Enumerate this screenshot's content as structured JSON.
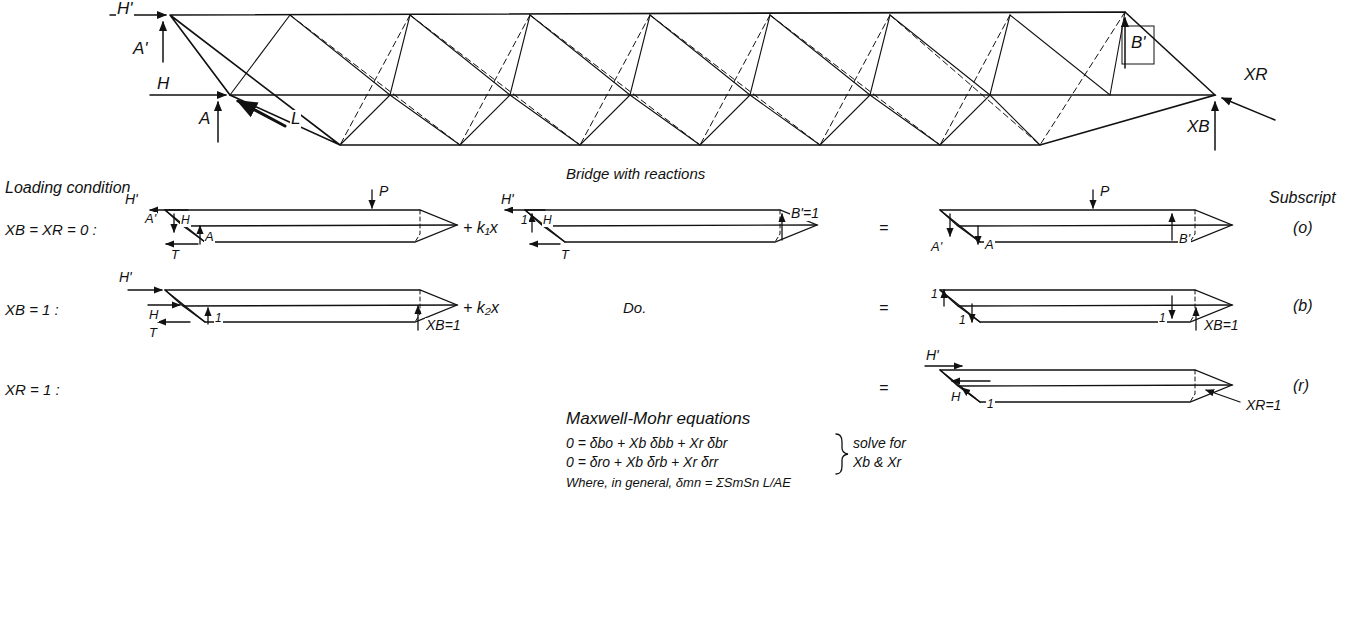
{
  "diagram": {
    "labels": [
      "H'",
      "A'",
      "H",
      "L",
      "A",
      "B'",
      "XR",
      "XB",
      "Bridge with reactions",
      "Loading condition",
      "Subscript",
      "XB = XR = 0 :",
      "H'",
      "A'",
      "H",
      "T",
      "A",
      "P",
      "+ k₁x",
      "H'",
      "1",
      "H",
      "T",
      "B'=1",
      "=",
      "P",
      "A'",
      "A",
      "B'",
      "(o)",
      "XB = 1 :",
      "H'",
      "H",
      "T",
      "1",
      "XB=1",
      "+ k₂x",
      "Do.",
      "=",
      "1",
      "1",
      "1",
      "XB=1",
      "(b)",
      "XR = 1 :",
      "=",
      "H'",
      "H",
      "1",
      "XR=1",
      "(r)",
      "Maxwell-Mohr equations",
      "0 = δbo + Xb δbb + Xr δbr",
      "0 = δro + Xb δrb + Xr δrr",
      "solve for",
      "Xb & Xr",
      "Where, in general, δmn = ΣSmSn L/AE"
    ]
  }
}
